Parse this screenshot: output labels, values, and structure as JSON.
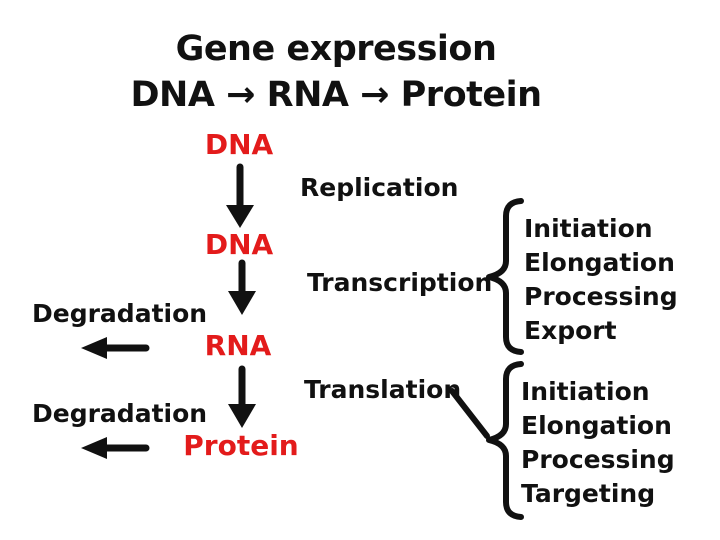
{
  "title": {
    "line1": "Gene expression",
    "line2": "DNA → RNA → Protein"
  },
  "pathway": {
    "stages": [
      "DNA",
      "DNA",
      "RNA",
      "Protein"
    ],
    "processes": {
      "replication": "Replication",
      "transcription": "Transcription",
      "translation": "Translation"
    },
    "degradation_label": "Degradation"
  },
  "transcription_steps": [
    "Initiation",
    "Elongation",
    "Processing",
    "Export"
  ],
  "translation_steps": [
    "Initiation",
    "Elongation",
    "Processing",
    "Targeting"
  ],
  "colors": {
    "stage_text": "#e31b1b",
    "ink": "#111111",
    "background": "#ffffff"
  }
}
